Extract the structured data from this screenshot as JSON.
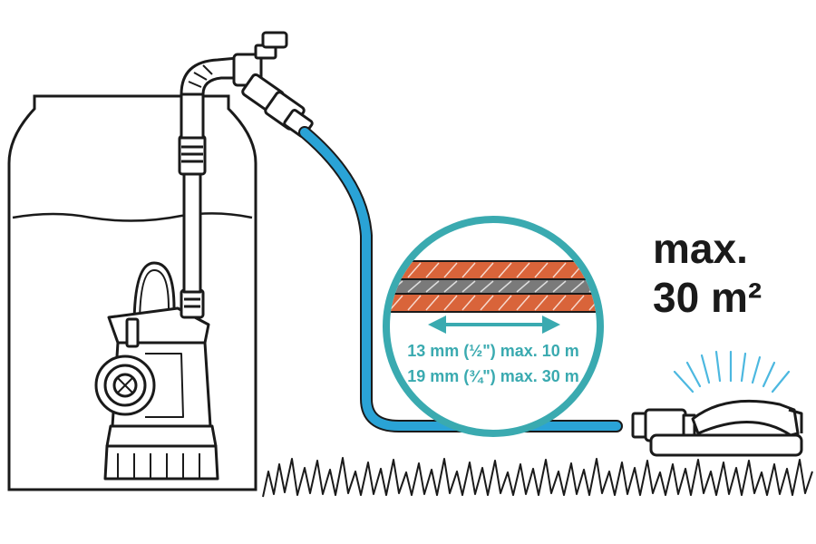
{
  "labels": {
    "max": "max.",
    "area": "30 m²",
    "hose_small": "13 mm (½\") max. 10 m",
    "hose_large": "19 mm (¾\") max. 30 m"
  },
  "colors": {
    "outline": "#1a1a1a",
    "hose_blue": "#2aa3d6",
    "hose_teal": "#3aaab0",
    "hose_orange": "#d9643a",
    "hose_grey": "#7a7a7a",
    "water_spray": "#4cb8e0"
  }
}
